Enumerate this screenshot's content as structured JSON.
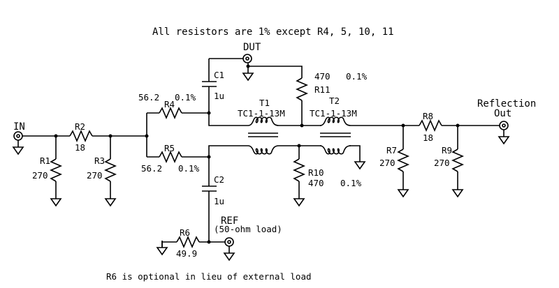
{
  "title": "All resistors are 1% except R4, 5, 10, 11",
  "footnote": "R6 is optional in lieu of external load",
  "ports": {
    "in": "IN",
    "dut": "DUT",
    "ref": "REF",
    "ref_note": "(50-ohm load)",
    "out_line1": "Reflection",
    "out_line2": "Out"
  },
  "components": {
    "R1": {
      "name": "R1",
      "value": "270"
    },
    "R2": {
      "name": "R2",
      "value": "18"
    },
    "R3": {
      "name": "R3",
      "value": "270"
    },
    "R4": {
      "name": "R4",
      "value": "56.2",
      "tol": "0.1%"
    },
    "R5": {
      "name": "R5",
      "value": "56.2",
      "tol": "0.1%"
    },
    "R6": {
      "name": "R6",
      "value": "49.9"
    },
    "R7": {
      "name": "R7",
      "value": "270"
    },
    "R8": {
      "name": "R8",
      "value": "18"
    },
    "R9": {
      "name": "R9",
      "value": "270"
    },
    "R10": {
      "name": "R10",
      "value": "470",
      "tol": "0.1%"
    },
    "R11": {
      "name": "R11",
      "value": "470",
      "tol": "0.1%"
    },
    "C1": {
      "name": "C1",
      "value": "1u"
    },
    "C2": {
      "name": "C2",
      "value": "1u"
    },
    "T1": {
      "name": "T1",
      "part": "TC1-1-13M"
    },
    "T2": {
      "name": "T2",
      "part": "TC1-1-13M"
    }
  }
}
